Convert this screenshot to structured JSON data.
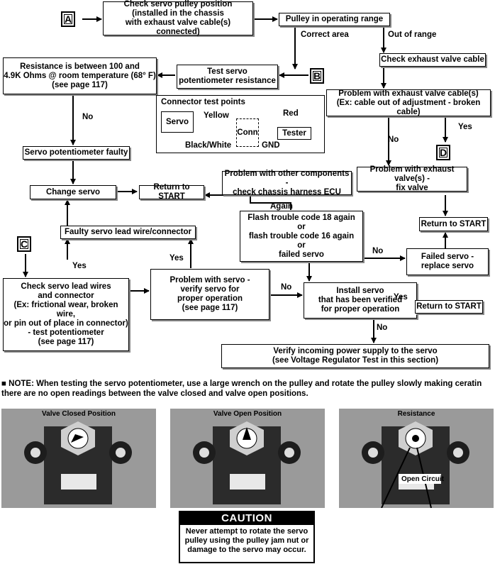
{
  "tags": {
    "a": "A",
    "b": "B",
    "c": "C",
    "d": "D"
  },
  "boxes": {
    "check_pulley": "Check servo pulley position\n(installed in the chassis\nwith exhaust valve cable(s) connected)",
    "pulley_range": "Pulley in operating range",
    "check_cable": "Check exhaust valve cable",
    "resistance": "Resistance is between 100 and\n4.9K Ohms @ room temperature (68° F)\n(see page 117)",
    "test_pot": "Test servo\npotentiometer resistance",
    "cable_problem": "Problem with exhaust valve cable(s)\n(Ex: cable out of adjustment - broken cable)",
    "pot_faulty": "Servo potentiometer faulty",
    "change_servo": "Change servo",
    "return_start_1": "Return to START",
    "other_components": "Problem with other components -\ncheck chassis harness ECU",
    "valve_problem": "Problem with exhaust valve(s) -\nfix valve",
    "faulty_lead": "Faulty servo lead wire/connector",
    "flash_code": "Flash trouble code 18 again\nor\nflash trouble code 16 again\nor\nfailed servo",
    "return_start_2": "Return to START",
    "failed_servo": "Failed servo -\nreplace servo",
    "check_leads": "Check servo lead wires\nand connector\n(Ex: frictional wear, broken wire,\nor pin out of place in connector)\n- test potentiometer\n(see page 117)",
    "verify_servo": "Problem with servo -\nverify servo for\nproper operation\n(see page 117)",
    "install_servo": "Install servo\nthat has been verified\nfor proper operation",
    "return_start_3": "Return to START",
    "verify_power": "Verify incoming power supply to the servo\n(see Voltage Regulator Test in this section)"
  },
  "labels": {
    "correct_area": "Correct area",
    "out_of_range": "Out of range",
    "no_1": "No",
    "yes_1": "Yes",
    "no_2": "No",
    "again": "Again",
    "no_3": "No",
    "yes_2": "Yes",
    "yes_3": "Yes",
    "no_4": "No",
    "yes_4": "Yes",
    "no_5": "No"
  },
  "connector": {
    "title": "Connector test points",
    "servo": "Servo",
    "conn": "Conn",
    "tester": "Tester",
    "yellow": "Yellow",
    "red": "Red",
    "black_white": "Black/White",
    "gnd": "GND"
  },
  "note": "■ NOTE: When testing the servo potentiometer, use a large wrench on the pulley and rotate the pulley slowly making ceratin there are no open readings between the valve closed and valve open positions.",
  "photos": [
    {
      "title": "Valve Closed Position"
    },
    {
      "title": "Valve Open Position"
    },
    {
      "title": "Resistance",
      "annotation": "Open Circuit"
    }
  ],
  "caution": {
    "heading": "CAUTION",
    "body": "Never attempt to rotate the servo\npulley using the pulley jam nut or\ndamage to the servo may occur."
  }
}
